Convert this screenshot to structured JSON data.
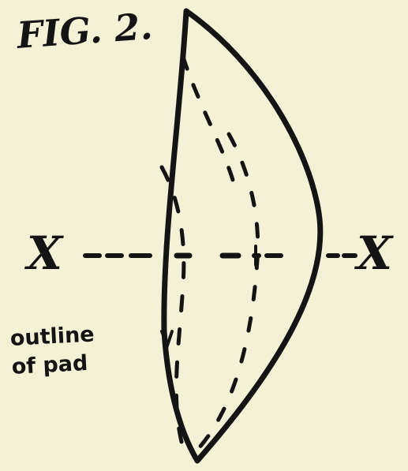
{
  "figure": {
    "label": "FIG. 2."
  },
  "axis": {
    "left_label": "X",
    "right_label": "X"
  },
  "annotation": {
    "line1": "outline",
    "line2": "of pad"
  },
  "colors": {
    "ink": "#141414",
    "paper": "#f3f1d6"
  }
}
